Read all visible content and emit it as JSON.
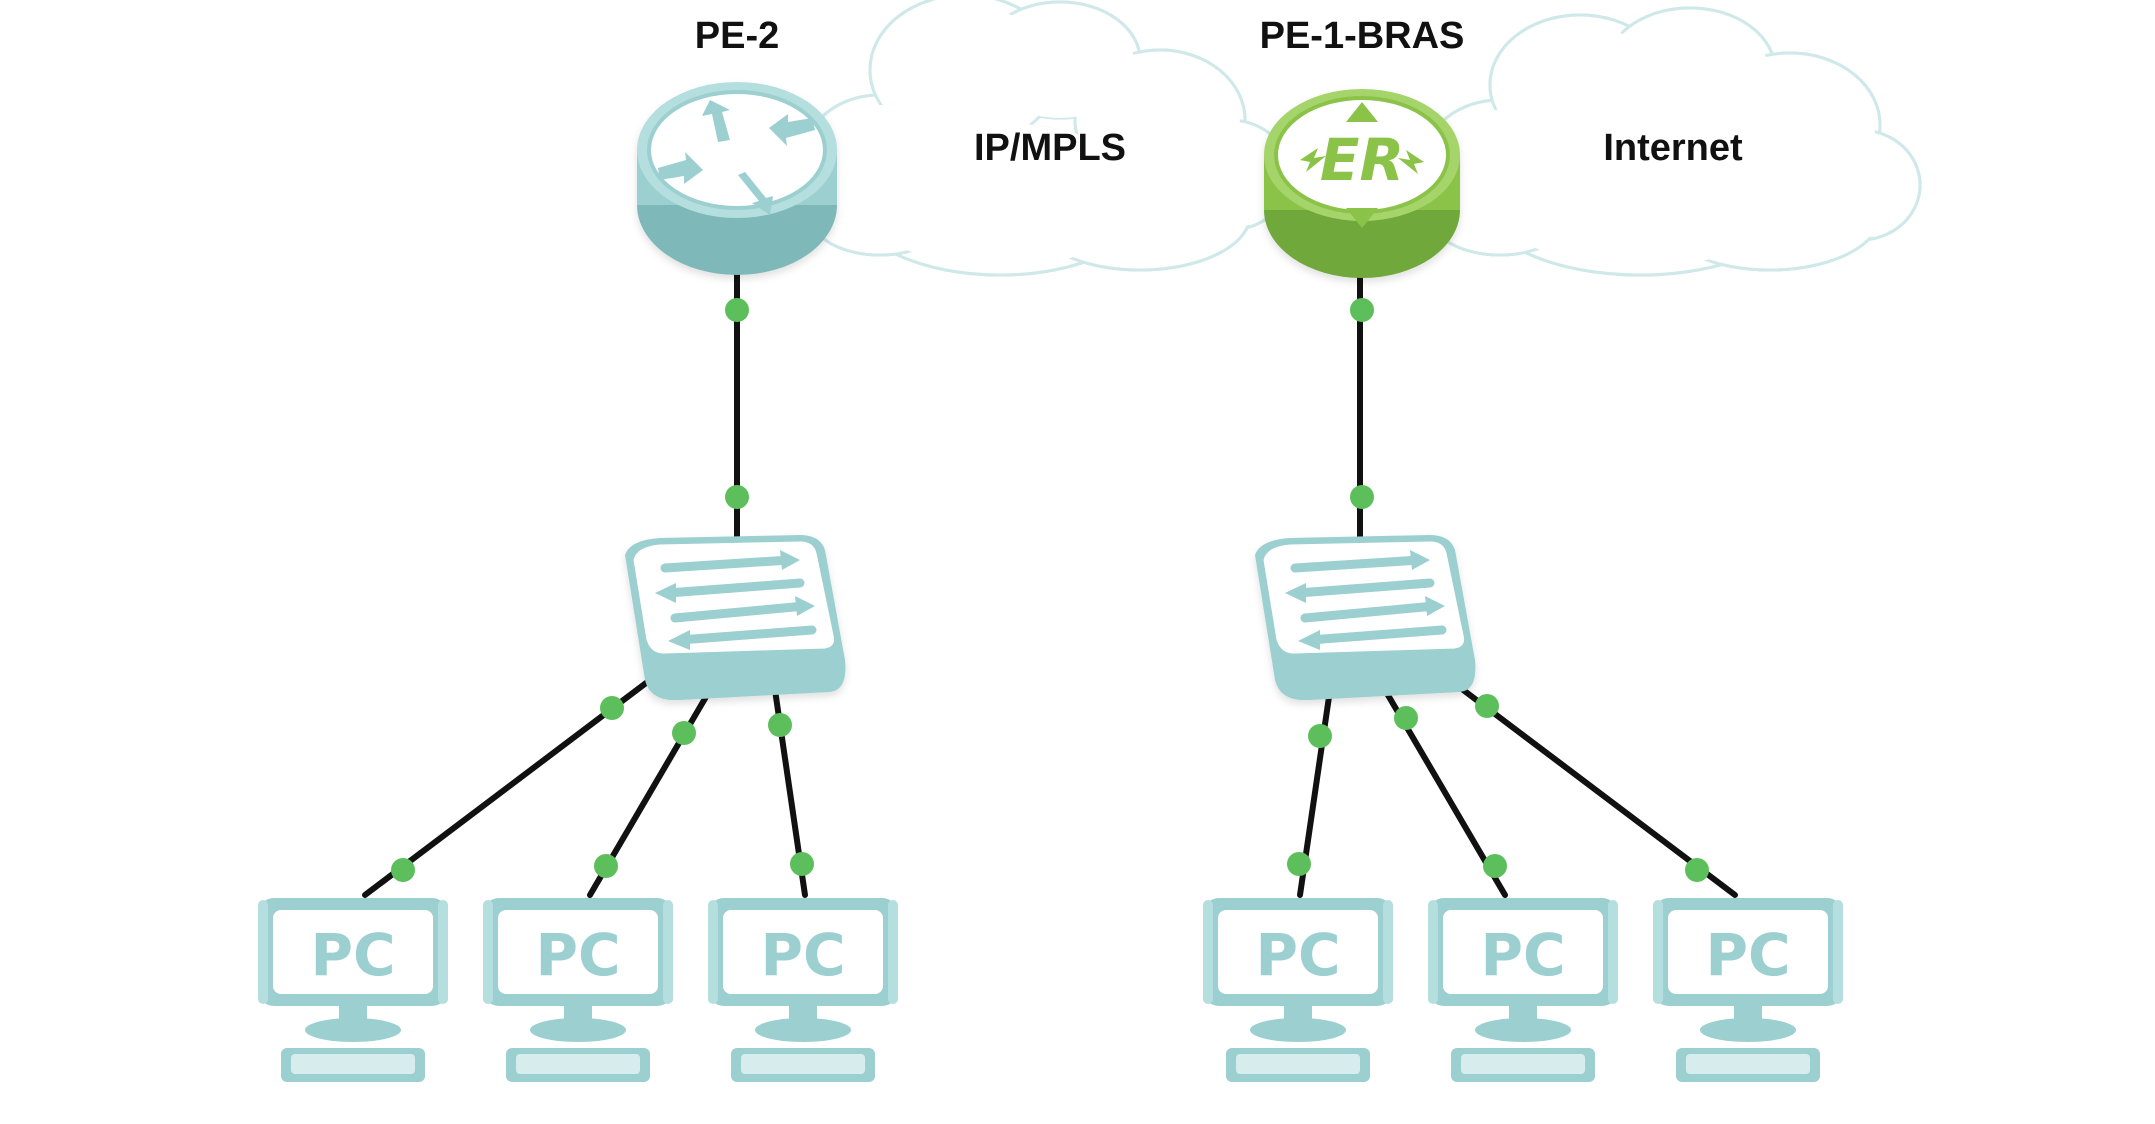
{
  "labels": {
    "pe2": "PE-2",
    "pe1": "PE-1-BRAS",
    "cloud_mpls": "IP/MPLS",
    "cloud_internet": "Internet"
  },
  "devices": {
    "router_pe2": {
      "type": "router",
      "icon": "router-icon"
    },
    "router_pe1": {
      "type": "bras-router",
      "icon": "er-router-icon",
      "badge": "ER"
    },
    "switch_left": {
      "type": "switch",
      "icon": "switch-icon"
    },
    "switch_right": {
      "type": "switch",
      "icon": "switch-icon"
    },
    "pcs": [
      {
        "label": "PC"
      },
      {
        "label": "PC"
      },
      {
        "label": "PC"
      },
      {
        "label": "PC"
      },
      {
        "label": "PC"
      },
      {
        "label": "PC"
      }
    ]
  },
  "colors": {
    "device": "#9ccfcf",
    "device_dark": "#7fb8b8",
    "bras": "#8bc34a",
    "link": "#111111",
    "port": "#5cbf5c",
    "cloud_fill": "#ffffff",
    "cloud_stroke": "#cfe8ea"
  }
}
